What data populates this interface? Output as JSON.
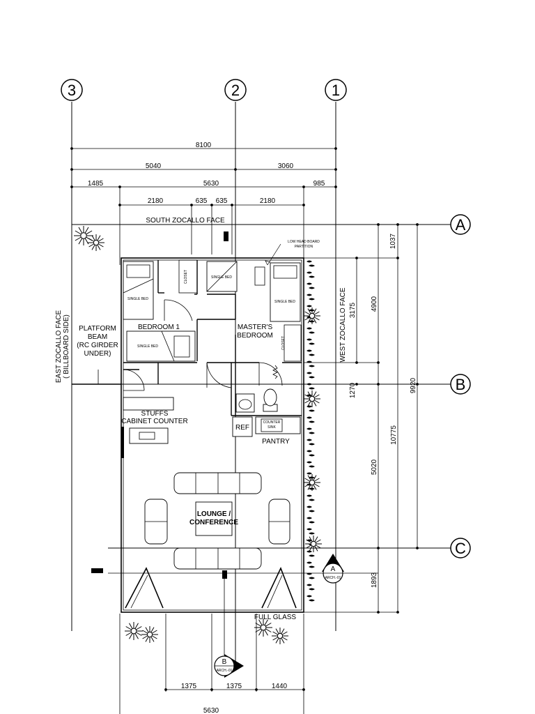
{
  "grid": {
    "columns": [
      "3",
      "2",
      "1"
    ],
    "rows": [
      "A",
      "B",
      "C"
    ]
  },
  "dimensions": {
    "top": {
      "overall": "8100",
      "row2": [
        "5040",
        "3060"
      ],
      "row3": [
        "1485",
        "5630",
        "985"
      ],
      "row4": [
        "2180",
        "635",
        "635",
        "2180"
      ]
    },
    "right": {
      "inner": [
        "1037",
        "3175",
        "1270"
      ],
      "mid": [
        "4900",
        "5020",
        "1893"
      ],
      "outer": [
        "10775"
      ],
      "overall": [
        "9920"
      ]
    },
    "bottom": {
      "row1": [
        "1375",
        "1375",
        "1440"
      ],
      "row2": "5630"
    }
  },
  "labels": {
    "south_face": "SOUTH ZOCALLO FACE",
    "east_face": "EAST ZOCALLO FACE",
    "east_face_sub": "( BILLBOARD SIDE)",
    "west_face": "WEST ZOCALLO FACE",
    "platform_beam": [
      "PLATFORM",
      "BEAM",
      "(RC GIRDER",
      "UNDER)"
    ],
    "partition": [
      "LOW HEAD BOARD",
      "PARTITION"
    ],
    "bedroom1": "BEDROOM 1",
    "masters": [
      "MASTER'S",
      "BEDROOM"
    ],
    "closet": "CLOSET",
    "single_bed": "SINGLE BED",
    "stuffs": [
      "STUFFS",
      "CABINET COUNTER"
    ],
    "ref": "REF",
    "counter_sink": [
      "COUNTER",
      "SINK"
    ],
    "pantry": "PANTRY",
    "lounge": [
      "LOUNGE /",
      "CONFERENCE"
    ],
    "full_glass": "FULL GLASS",
    "section_a": "A",
    "section_a_ref": "ARCH.-01",
    "section_b": "B",
    "section_b_ref": "ARCH.-01"
  }
}
